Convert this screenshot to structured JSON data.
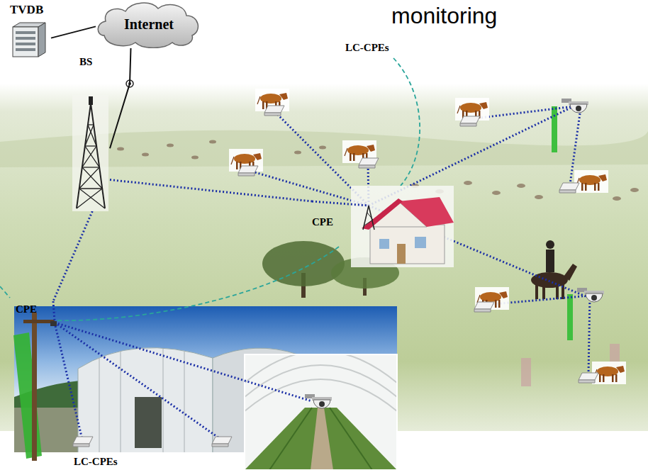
{
  "diagram": {
    "title": "monitoring",
    "nodes": [
      {
        "text": [
          "TVDB"
        ]
      },
      {
        "text": [
          "Internet"
        ]
      },
      {
        "text": [
          "BS"
        ]
      },
      {
        "text": [
          "CPE"
        ]
      },
      {
        "text": [
          "CPE"
        ]
      }
    ],
    "edges": [
      {
        "from": 0,
        "to": 1,
        "arrow": "none"
      },
      {
        "from": 1,
        "to": 2,
        "arrow": "none"
      },
      {
        "from": 2,
        "to": 3,
        "arrow": "none"
      },
      {
        "from": 2,
        "to": 4,
        "arrow": "none"
      }
    ],
    "labels": [
      "LC-CPEs",
      "LC-CPEs"
    ]
  }
}
